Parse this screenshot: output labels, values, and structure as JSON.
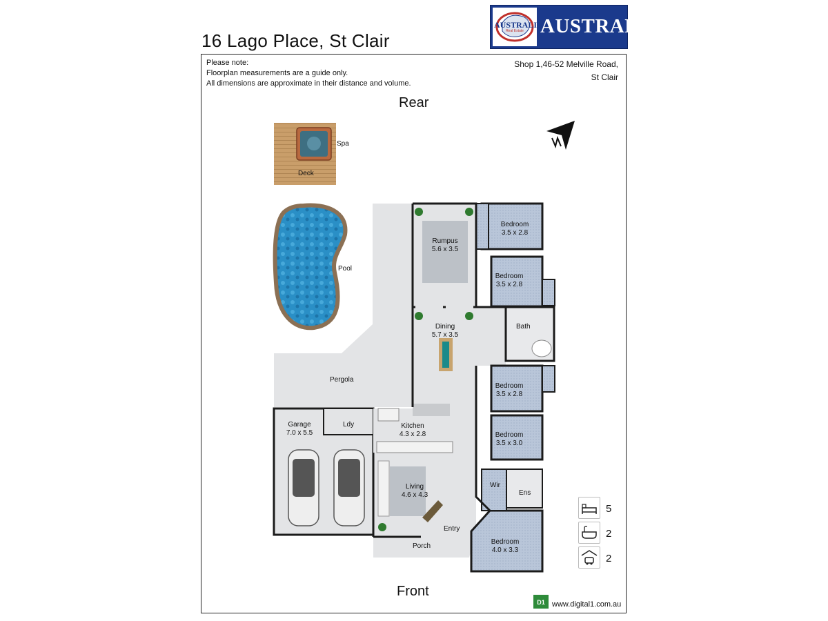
{
  "header": {
    "address_title": "16 Lago Place, St Clair",
    "brand": "AUSTRALIAN",
    "brand_badge": "AUSTRALIAN",
    "brand_badge_sub": "Real Estate"
  },
  "notes": {
    "line1": "Please note:",
    "line2": "Floorplan measurements are a guide only.",
    "line3": "All dimensions are approximate in their distance and volume."
  },
  "agency_address": {
    "line1": "Shop 1,46-52 Melville Road,",
    "line2": "St Clair"
  },
  "orientation": {
    "top": "Rear",
    "bottom": "Front",
    "compass": "N"
  },
  "rooms": {
    "spa": "Spa",
    "deck": "Deck",
    "pool": "Pool",
    "pergola": "Pergola",
    "rumpus": {
      "name": "Rumpus",
      "size": "5.6 x 3.5"
    },
    "dining": {
      "name": "Dining",
      "size": "5.7 x 3.5"
    },
    "kitchen": {
      "name": "Kitchen",
      "size": "4.3 x 2.8"
    },
    "living": {
      "name": "Living",
      "size": "4.6 x 4.3"
    },
    "garage": {
      "name": "Garage",
      "size": "7.0 x 5.5"
    },
    "laundry": "Ldy",
    "entry": "Entry",
    "porch": "Porch",
    "bath": "Bath",
    "wir": "Wir",
    "ensuite": "Ens",
    "bedroom1": {
      "name": "Bedroom",
      "size": "3.5 x 2.8"
    },
    "bedroom2": {
      "name": "Bedroom",
      "size": "3.5 x 2.8"
    },
    "bedroom3": {
      "name": "Bedroom",
      "size": "3.5 x 2.8"
    },
    "bedroom4": {
      "name": "Bedroom",
      "size": "3.5 x 3.0"
    },
    "bedroom5": {
      "name": "Bedroom",
      "size": "4.0 x 3.3"
    }
  },
  "features": {
    "bedrooms": "5",
    "bathrooms": "2",
    "car_spaces": "2",
    "bed_icon": "bed-icon",
    "bath_icon": "bathtub-icon",
    "car_icon": "garage-car-icon"
  },
  "footer": {
    "website": "www.digital1.com.au",
    "d1_badge": "D1"
  },
  "colors": {
    "floor": "#e3e4e6",
    "bedroom": "#b8c6da",
    "rumpus_rug": "#bcc1c7",
    "pool": "#2a8fc6",
    "deck": "#c99e6a",
    "wall": "#1b1b1b",
    "brand_blue": "#1b3a8c"
  }
}
